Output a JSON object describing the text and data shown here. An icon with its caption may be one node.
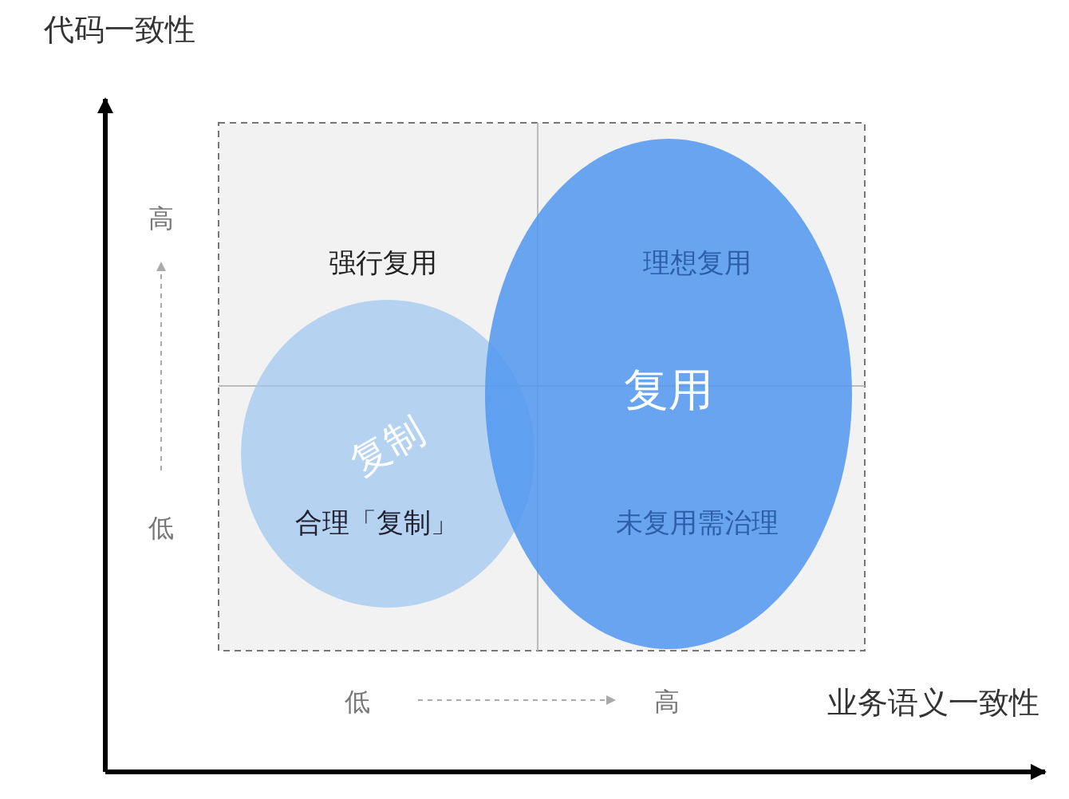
{
  "diagram": {
    "nodes": [
      {
        "text": [
          "复制"
        ]
      },
      {
        "text": [
          "复用"
        ]
      }
    ],
    "labels": [
      "代码一致性",
      "高",
      "强行复用",
      "理想复用",
      "低",
      "合理「复制」",
      "未复用需治理",
      "低",
      "高",
      "业务语义一致性"
    ]
  }
}
